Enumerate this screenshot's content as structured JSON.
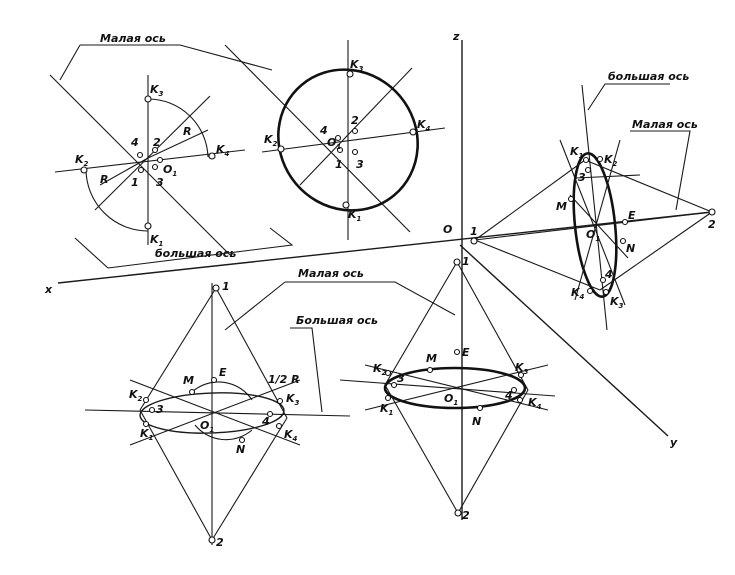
{
  "captions": {
    "minor_axis_1": "Малая ось",
    "major_axis_1": "большая ось",
    "major_axis_2": "большая ось",
    "minor_axis_2": "Малая ось",
    "minor_axis_3": "Малая ось",
    "major_axis_3": "Большая ось"
  },
  "axes": {
    "x": "x",
    "y": "y",
    "z": "z",
    "origin": "O"
  },
  "construction": {
    "radius_full": "R",
    "radius_half": "1/2 R"
  },
  "points": {
    "k1": [
      "K",
      "1"
    ],
    "k2": [
      "K",
      "2"
    ],
    "k3": [
      "K",
      "3"
    ],
    "k4": [
      "K",
      "4"
    ],
    "o1": [
      "O",
      "1"
    ],
    "n1": "1",
    "n2": "2",
    "n3": "3",
    "n4": "4",
    "m": "M",
    "n": "N",
    "e": "E"
  },
  "colors": {
    "ink": "#111111",
    "paper": "#ffffff"
  }
}
